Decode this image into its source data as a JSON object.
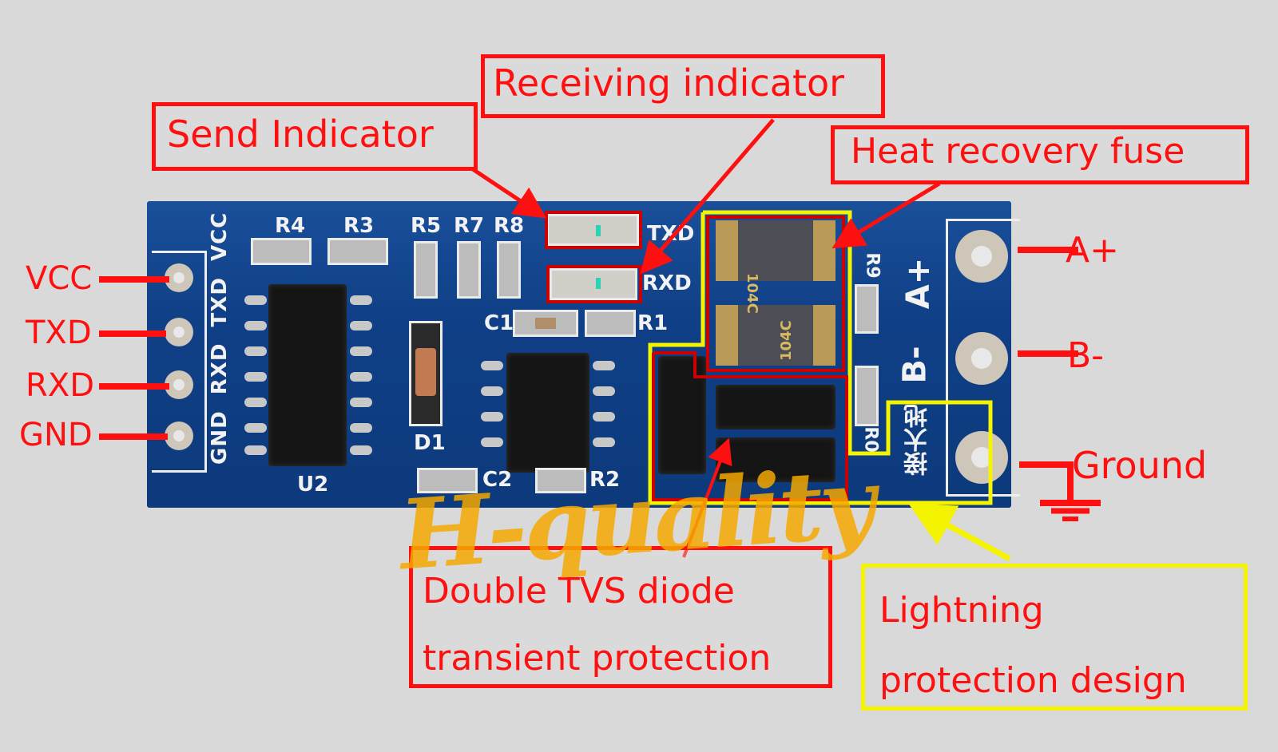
{
  "diagram": {
    "subject": "RS485 to TTL converter module",
    "callouts": {
      "send_indicator": "Send Indicator",
      "receiving_indicator": "Receiving indicator",
      "heat_recovery_fuse": "Heat recovery fuse",
      "tvs_line1": "Double TVS diode",
      "tvs_line2": "transient protection",
      "lightning_line1": "Lightning",
      "lightning_line2": "protection design"
    },
    "left_pins": [
      "VCC",
      "TXD",
      "RXD",
      "GND"
    ],
    "right_pins": [
      "A+",
      "B-",
      "Ground"
    ],
    "silkscreen": {
      "header_left": [
        "VCC",
        "TXD",
        "RXD",
        "GND"
      ],
      "resistors": [
        "R4",
        "R3",
        "R5",
        "R7",
        "R8",
        "R1",
        "R2",
        "R9",
        "R0"
      ],
      "capacitors": [
        "C1",
        "C2"
      ],
      "diode": "D1",
      "ic": "U2",
      "led_labels": [
        "TXD",
        "RXD"
      ],
      "terminal_labels": [
        "A+",
        "B-"
      ],
      "chinese_ground": "接大地",
      "fuse_marking": "104C"
    },
    "watermark": "H-quality",
    "colors": {
      "annotation_red": "#ff1010",
      "highlight_yellow": "#f4f400",
      "pcb_blue": "#0f3f86",
      "background": "#d9d9d9",
      "watermark_orange": "#f5a800"
    }
  }
}
